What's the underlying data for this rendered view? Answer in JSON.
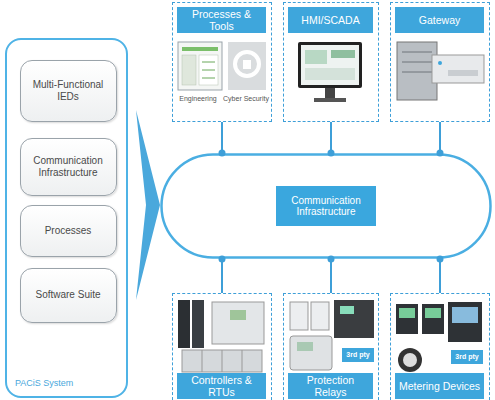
{
  "diagram": {
    "nodes": [
      {
        "text": [
          "PACiS System"
        ]
      },
      {
        "text": [
          "Multi-Functional IEDs"
        ],
        "in": 0
      },
      {
        "text": [
          "Communication Infrastructure"
        ],
        "in": 0
      },
      {
        "text": [
          "Processes"
        ],
        "in": 0
      },
      {
        "text": [
          "Software Suite"
        ],
        "in": 0
      },
      {
        "text": [
          "Processes & Tools",
          "Engineering",
          "Cyber Security"
        ]
      },
      {
        "text": [
          "HMI/SCADA"
        ]
      },
      {
        "text": [
          "Gateway"
        ]
      },
      {
        "text": [
          "Communication Infrastructure"
        ]
      },
      {
        "text": [
          "Controllers & RTUs"
        ]
      },
      {
        "text": [
          "Protection Relays",
          "3rd pty"
        ]
      },
      {
        "text": [
          "Metering Devices",
          "3rd pty"
        ]
      }
    ],
    "edges": [
      {
        "from": 5,
        "to": 8,
        "arrow": "none"
      },
      {
        "from": 6,
        "to": 8,
        "arrow": "none"
      },
      {
        "from": 7,
        "to": 8,
        "arrow": "none"
      },
      {
        "from": 8,
        "to": 9,
        "arrow": "none"
      },
      {
        "from": 8,
        "to": 10,
        "arrow": "none"
      },
      {
        "from": 8,
        "to": 11,
        "arrow": "none"
      }
    ]
  }
}
